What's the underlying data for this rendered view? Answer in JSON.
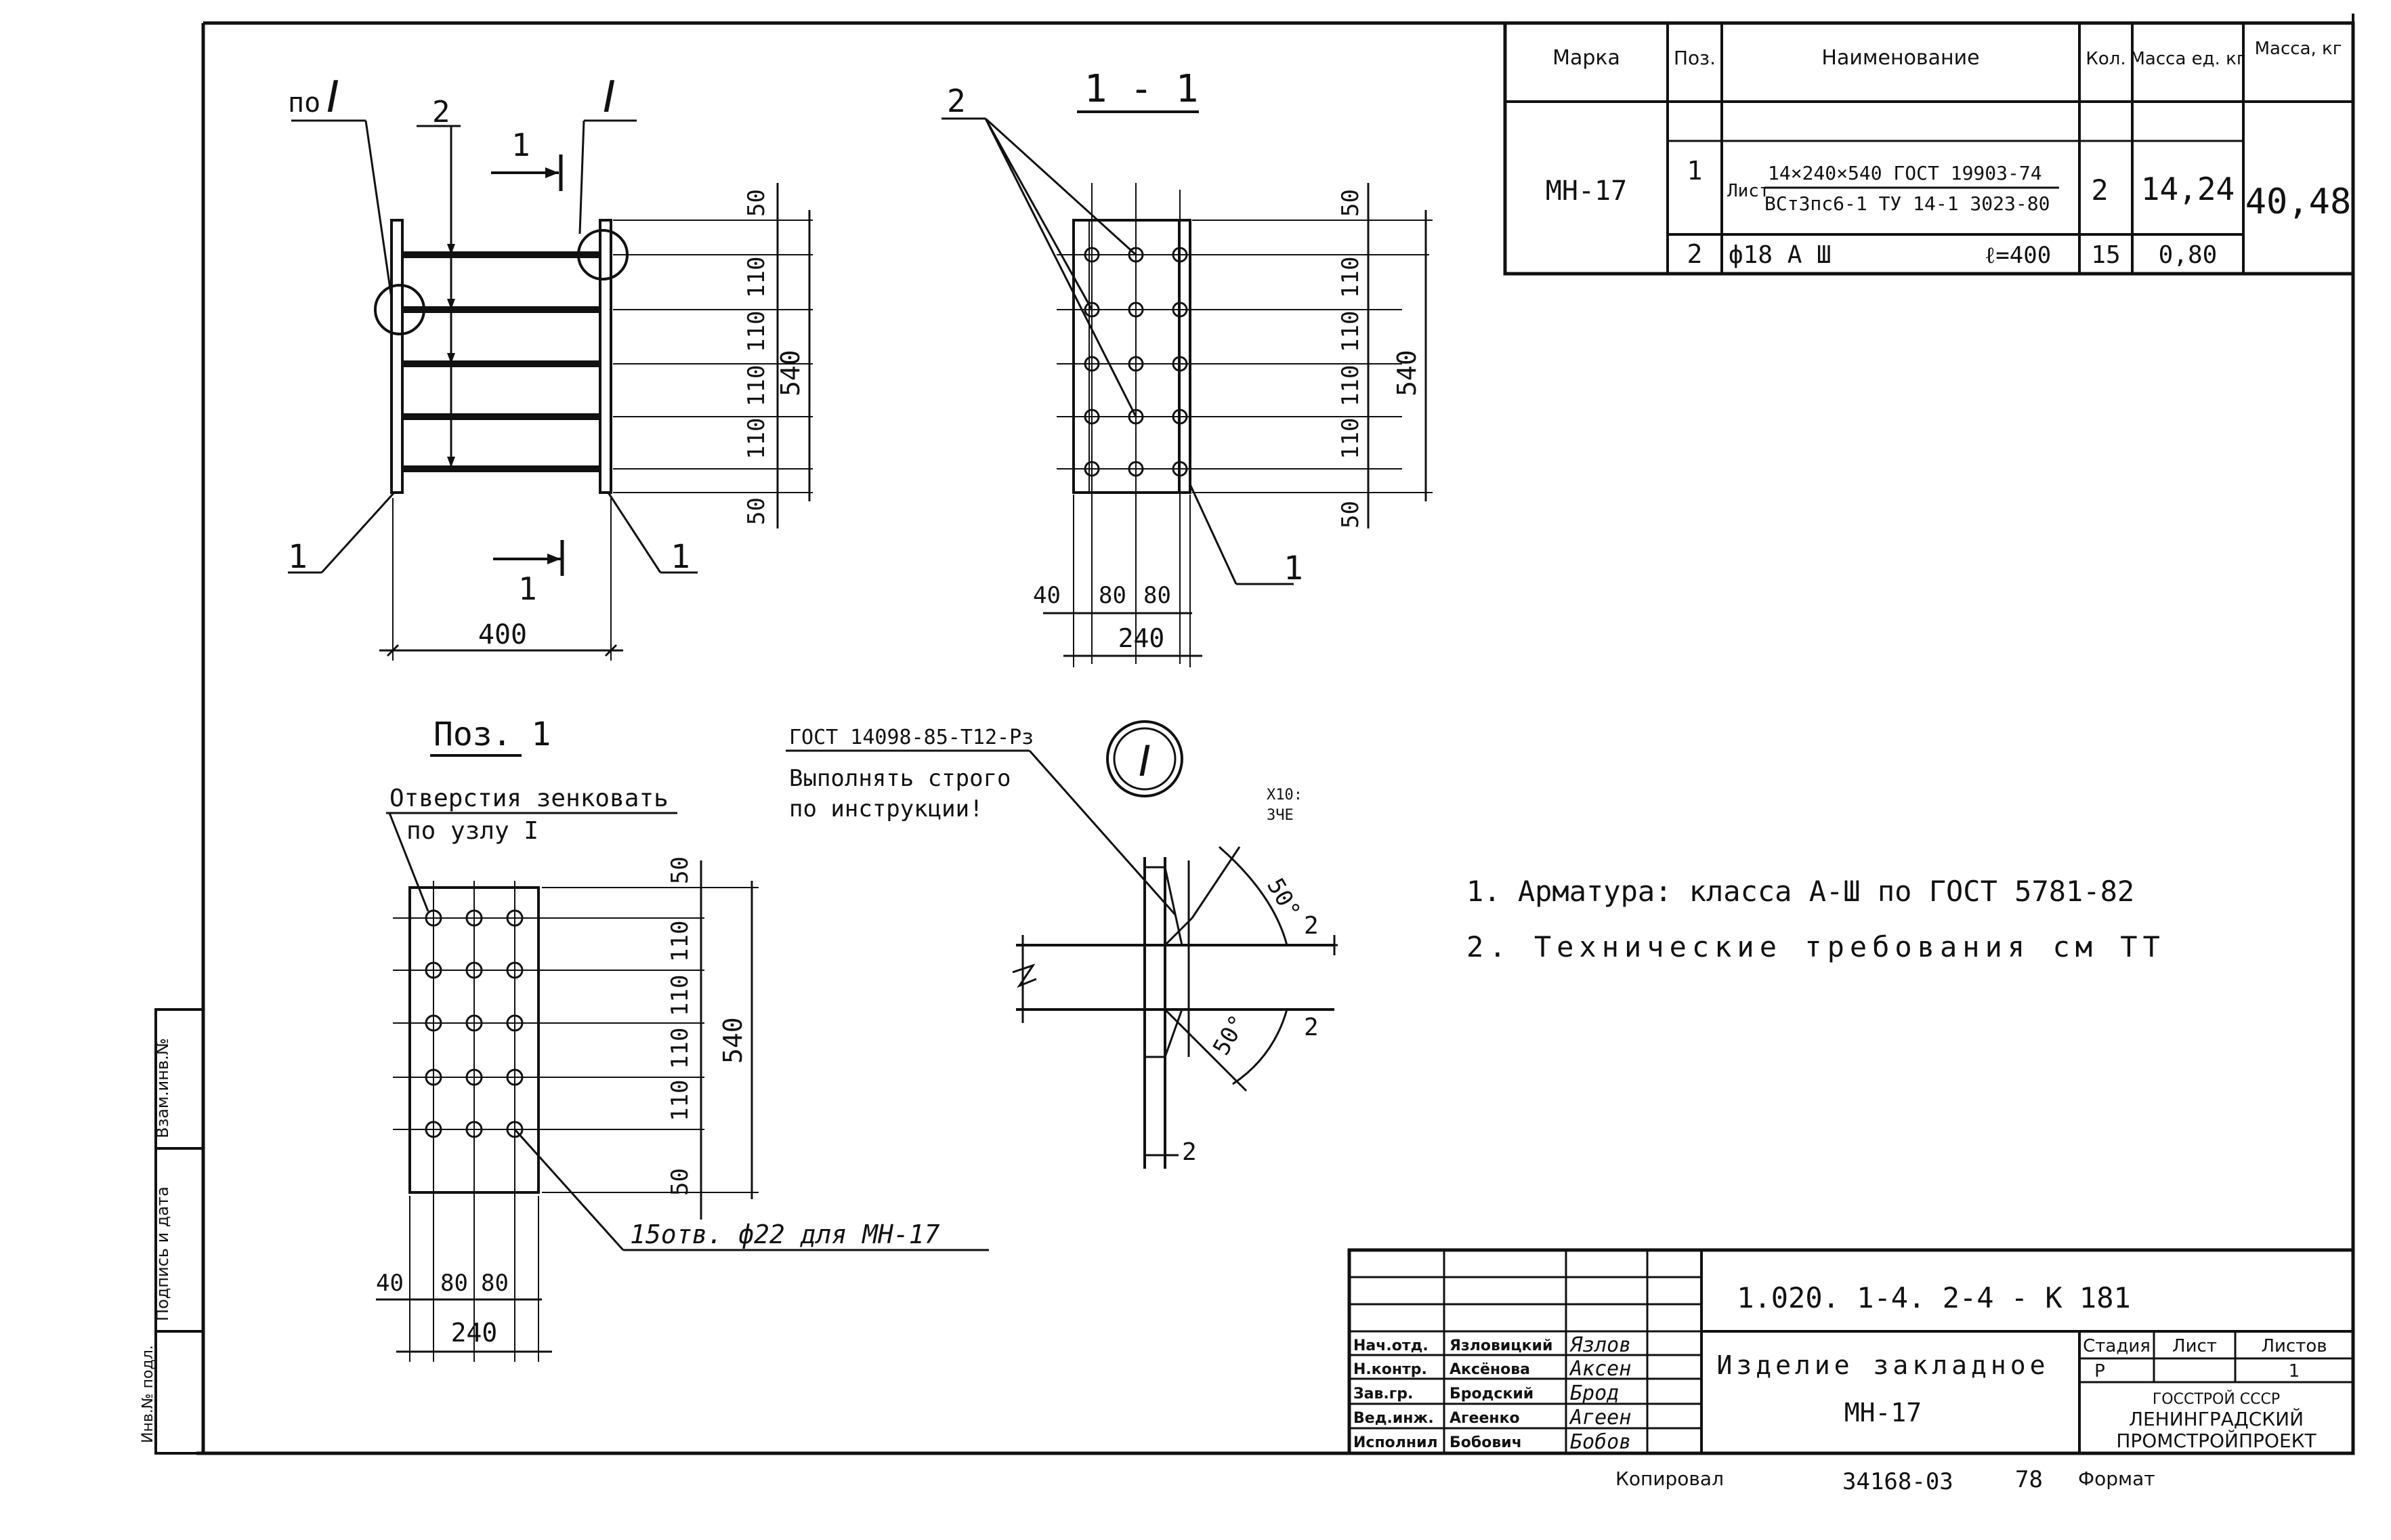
{
  "spec_table": {
    "headers": [
      "Марка",
      "Поз.",
      "Наименование",
      "Кол.",
      "Масса ед. кг",
      "Масса, кг"
    ],
    "mark": "МН-17",
    "total_mass": "40,48",
    "rows": [
      {
        "pos": "1",
        "name_prefix": "Лист",
        "name_top": "14×240×540 ГОСТ 19903-74",
        "name_bottom": "ВСт3пс6-1 ТУ 14-1 3023-80",
        "qty": "2",
        "unit_mass": "14,24"
      },
      {
        "pos": "2",
        "name": "ф18 А Ш",
        "length": "ℓ=400",
        "qty": "15",
        "unit_mass": "0,80"
      }
    ]
  },
  "view_front": {
    "label_po": "по",
    "callout_I": "I",
    "pos2": "2",
    "pos1_left": "1",
    "pos1_right": "1",
    "section_top": "1",
    "section_bottom": "1",
    "width_dim": "400",
    "dims_vertical": [
      "50",
      "110",
      "110",
      "110",
      "110",
      "50"
    ],
    "total_height": "540"
  },
  "view_section": {
    "title": "1 - 1",
    "pos2": "2",
    "pos1": "1",
    "dims_vertical": [
      "50",
      "110",
      "110",
      "110",
      "110",
      "50"
    ],
    "total_height": "540",
    "dims_bottom": [
      "40",
      "80",
      "80"
    ],
    "width": "240"
  },
  "view_poz1": {
    "title": "Поз. 1",
    "note_line1": "Отверстия зенковать",
    "note_line2": "по узлу I",
    "dims_vertical": [
      "50",
      "110",
      "110",
      "110",
      "110",
      "50"
    ],
    "total_height": "540",
    "dims_bottom": [
      "40",
      "80",
      "80"
    ],
    "width": "240",
    "holes_note": "15отв. ф22   для МН-17"
  },
  "node_I": {
    "gost": "ГОСТ 14098-85-Т12-Рз",
    "instruction_line1": "Выполнять строго",
    "instruction_line2": "по инструкции!",
    "circle_label": "I",
    "angle_top": "50°",
    "angle_bottom": "50°",
    "dim_top": "2",
    "dim_bottom": "2",
    "dim_plate": "2",
    "corner_note_line1": "Х10:",
    "corner_note_line2": "ЗЧЕ"
  },
  "notes": [
    "1. Арматура: класса А-Ш по ГОСТ 5781-82",
    "2. Технические требования см ТТ"
  ],
  "title_block": {
    "code": "1.020. 1-4. 2-4 - К 181",
    "title_line1": "Изделие закладное",
    "title_line2": "МН-17",
    "stage_header": "Стадия",
    "sheet_header": "Лист",
    "sheets_header": "Листов",
    "stage": "Р",
    "sheets": "1",
    "org_line1": "ГОССТРОЙ СССР",
    "org_line2": "ЛЕНИНГРАДСКИЙ",
    "org_line3": "ПРОМСТРОЙПРОЕКТ",
    "roles": [
      "Нач.отд.",
      "Н.контр.",
      "Зав.гр.",
      "Вед.инж.",
      "Исполнил"
    ],
    "names": [
      "Язловицкий",
      "Аксёнова",
      "Бродский",
      "Агеенко",
      "Бобович"
    ],
    "signatures": [
      "Язлов",
      "Аксен",
      "Брод",
      "Агеен",
      "Бобов"
    ]
  },
  "side_strip": {
    "label_top": "Взам.инв.№",
    "label_mid": "Подпись и дата",
    "label_bottom": "Инв.№ подл."
  },
  "footer": {
    "copied": "Копировал",
    "doc_no": "34168-03",
    "page": "78",
    "format": "Формат"
  }
}
